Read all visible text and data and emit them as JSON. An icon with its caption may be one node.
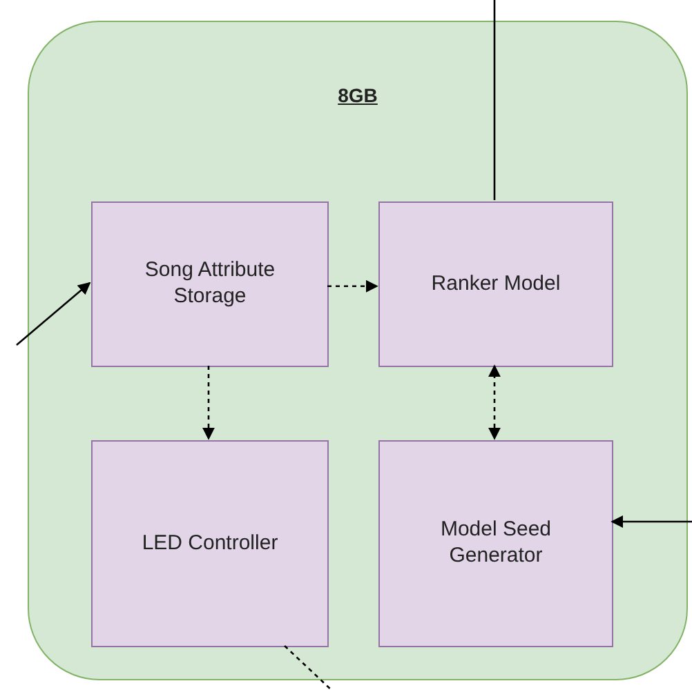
{
  "diagram": {
    "nodes": [
      {
        "text": [
          "8GB"
        ]
      },
      {
        "text": [
          "Song Attribute Storage"
        ],
        "in": 0
      },
      {
        "text": [
          "Ranker Model"
        ],
        "in": 0
      },
      {
        "text": [
          "LED Controller"
        ],
        "in": 0
      },
      {
        "text": [
          "Model Seed Generator"
        ],
        "in": 0
      }
    ],
    "edges": [
      {
        "from": null,
        "to": 1,
        "arrow": "to"
      },
      {
        "from": 1,
        "to": 2,
        "arrow": "to",
        "style": "dashed"
      },
      {
        "from": 1,
        "to": 3,
        "arrow": "to",
        "style": "dashed"
      },
      {
        "from": 2,
        "to": 4,
        "arrow": "both",
        "style": "dashed"
      },
      {
        "from": 2,
        "to": null,
        "arrow": "none"
      },
      {
        "from": null,
        "to": 4,
        "arrow": "to"
      },
      {
        "from": 3,
        "to": null,
        "arrow": "none",
        "style": "dashed"
      }
    ]
  }
}
